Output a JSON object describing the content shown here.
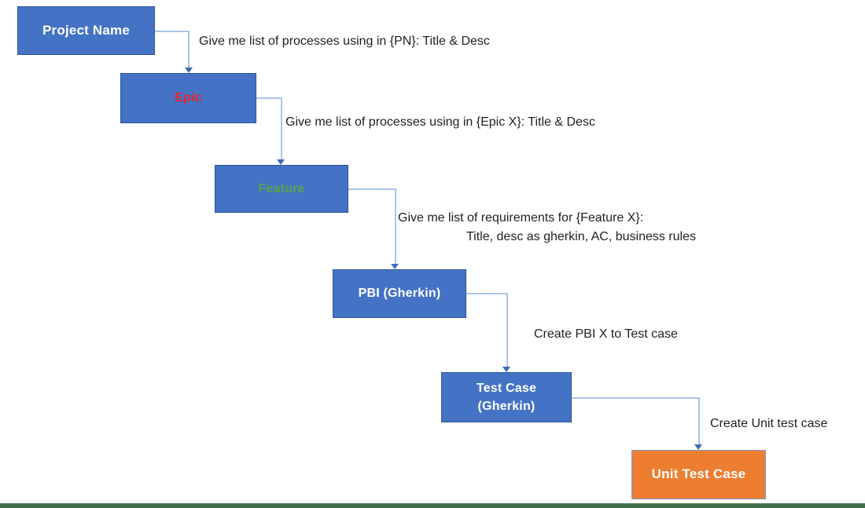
{
  "colors": {
    "box_blue": "#4472C4",
    "box_blue_border": "#2F5597",
    "box_orange": "#ED7D31",
    "box_orange_border": "#7B9BD2",
    "connector_blue": "#A9C5EA",
    "arrow_blue": "#3E6CB5",
    "epic_text_red": "#E8252B",
    "feature_text_green": "#5AA24B",
    "label_text": "#1F1F1F",
    "bottom_bar_green": "#44704E"
  },
  "diagram": {
    "nodes": [
      {
        "id": "project-name",
        "label": "Project Name",
        "shape": "rect",
        "fill": "blue",
        "text_color": "#FFFFFF"
      },
      {
        "id": "epic",
        "label": "Epic",
        "shape": "rect",
        "fill": "blue",
        "text_color": "#E8252B"
      },
      {
        "id": "feature",
        "label": "Feature",
        "shape": "rect",
        "fill": "blue",
        "text_color": "#5AA24B"
      },
      {
        "id": "pbi",
        "label": "PBI (Gherkin)",
        "shape": "rect",
        "fill": "blue",
        "text_color": "#FFFFFF"
      },
      {
        "id": "test-case",
        "label": "Test Case\n(Gherkin)",
        "shape": "rect",
        "fill": "blue",
        "text_color": "#FFFFFF"
      },
      {
        "id": "unit-test-case",
        "label": "Unit Test Case",
        "shape": "rect",
        "fill": "orange",
        "text_color": "#FFFFFF"
      }
    ],
    "edges": [
      {
        "from": "project-name",
        "to": "epic",
        "label": "Give me list of processes using in {PN}: Title & Desc"
      },
      {
        "from": "epic",
        "to": "feature",
        "label": "Give me list of processes using in {Epic X}: Title & Desc"
      },
      {
        "from": "feature",
        "to": "pbi",
        "label_line1": "Give me list of requirements for {Feature X}:",
        "label_line2": "Title, desc as gherkin, AC, business rules"
      },
      {
        "from": "pbi",
        "to": "test-case",
        "label": "Create PBI X to Test case"
      },
      {
        "from": "test-case",
        "to": "unit-test-case",
        "label": "Create Unit test case"
      }
    ]
  }
}
